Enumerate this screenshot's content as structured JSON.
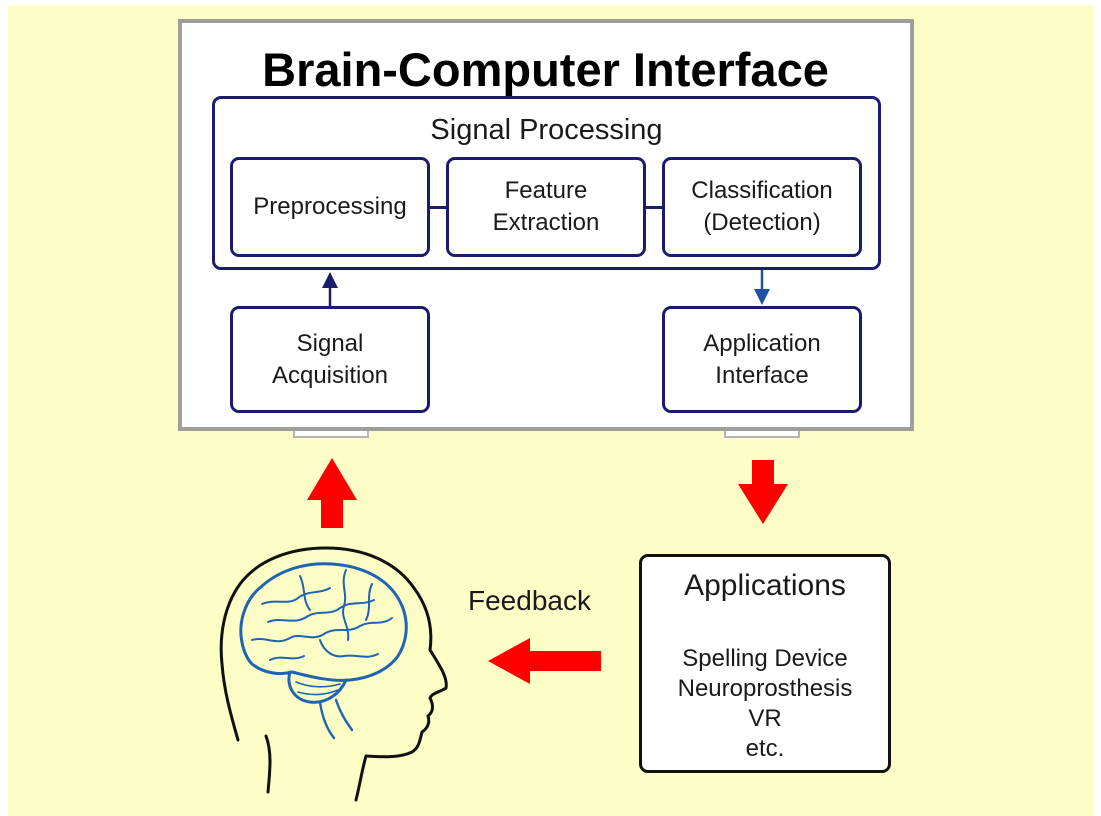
{
  "title": "Brain-Computer Interface",
  "signal_processing": {
    "title": "Signal Processing",
    "stages": [
      {
        "lines": [
          "Preprocessing"
        ]
      },
      {
        "lines": [
          "Feature",
          "Extraction"
        ]
      },
      {
        "lines": [
          "Classification",
          "(Detection)"
        ]
      }
    ]
  },
  "signal_acquisition": {
    "lines": [
      "Signal",
      "Acquisition"
    ]
  },
  "application_interface": {
    "lines": [
      "Application",
      "Interface"
    ]
  },
  "applications": {
    "title": "Applications",
    "items": [
      "Spelling Device",
      "Neuroprosthesis",
      "VR",
      "etc."
    ]
  },
  "feedback_label": "Feedback",
  "colors": {
    "background": "#fdfdc6",
    "panel_border": "#9e9e9e",
    "box_border": "#1c1c6e",
    "red_arrow": "#ff0000",
    "brain_line": "#1f63b4"
  },
  "icons": {
    "head": "human-head-with-brain-icon",
    "up_arrow": "red-up-arrow-icon",
    "down_arrow": "red-down-arrow-icon",
    "left_arrow": "red-left-arrow-icon"
  }
}
